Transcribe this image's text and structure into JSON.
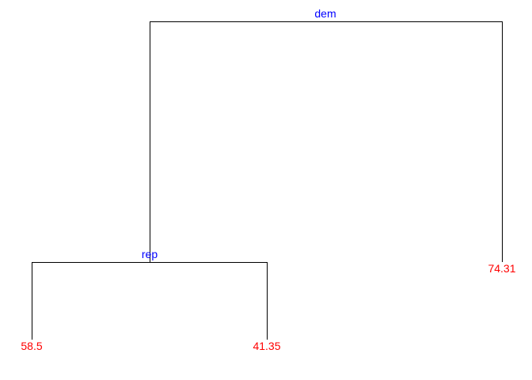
{
  "tree": {
    "colors": {
      "edge": "#000000",
      "split_label": "#0000ff",
      "leaf_label": "#ff0000"
    },
    "root": {
      "split": "dem",
      "left": {
        "split": "rep",
        "left": {
          "leaf": "58.5"
        },
        "right": {
          "leaf": "41.35"
        }
      },
      "right": {
        "leaf": "74.31"
      }
    }
  }
}
